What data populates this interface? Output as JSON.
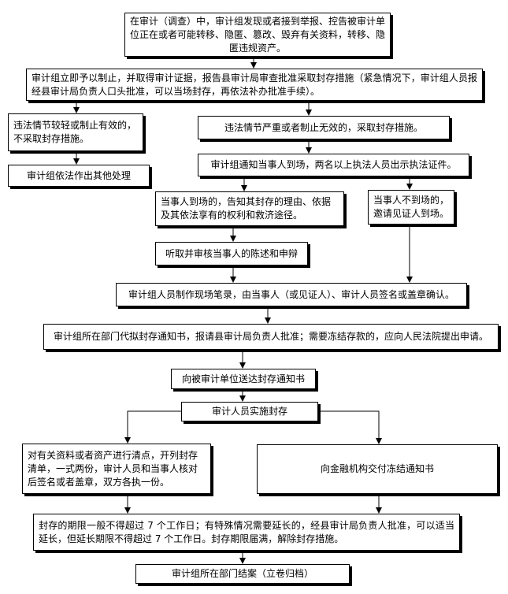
{
  "flowchart": {
    "nodes": {
      "n1": "在审计（调查）中，审计组发现或者接到举报、控告被审计单位正在或者可能转移、隐匿、篡改、毁弃有关资料，转移、隐匿违规资产。",
      "n2": "审计组立即予以制止，并取得审计证据，报告县审计局审查批准采取封存措施（紧急情况下，审计组人员报经县审计局负责人口头批准，可以当场封存，再依法补办批准手续）。",
      "n3": "违法情节较轻或制止有效的，不采取封存措施。",
      "n4": "审计组依法作出其他处理",
      "n5": "违法情节严重或者制止无效的，采取封存措施。",
      "n6": "审计组通知当事人到场，两名以上执法人员出示执法证件。",
      "n7": "当事人到场的，告知其封存的理由、依据及其依法享有的权利和救济途径。",
      "n8": "当事人不到场的，邀请见证人到场。",
      "n9": "听取并审核当事人的陈述和申辩",
      "n10": "审计组人员制作现场笔录，由当事人（或见证人）、审计人员签名或盖章确认。",
      "n11": "审计组所在部门代拟封存通知书，报请县审计局负责人批准；需要冻结存款的，应向人民法院提出申请。",
      "n12": "向被审计单位送达封存通知书",
      "n13": "审计人员实施封存",
      "n14": "对有关资料或者资产进行清点，开列封存清单，一式两份，审计人员和当事人核对后签名或者盖章，双方各执一份。",
      "n15": "向金融机构交付冻结通知书",
      "n16": "封存的期限一般不得超过 7 个工作日；有特殊情况需要延长的，经县审计局负责人批准，可以适当延长，但延长期限不得超过 7 个工作日。封存期限届满，解除封存措施。",
      "n17": "审计组所在部门结案（立卷归档）"
    }
  }
}
